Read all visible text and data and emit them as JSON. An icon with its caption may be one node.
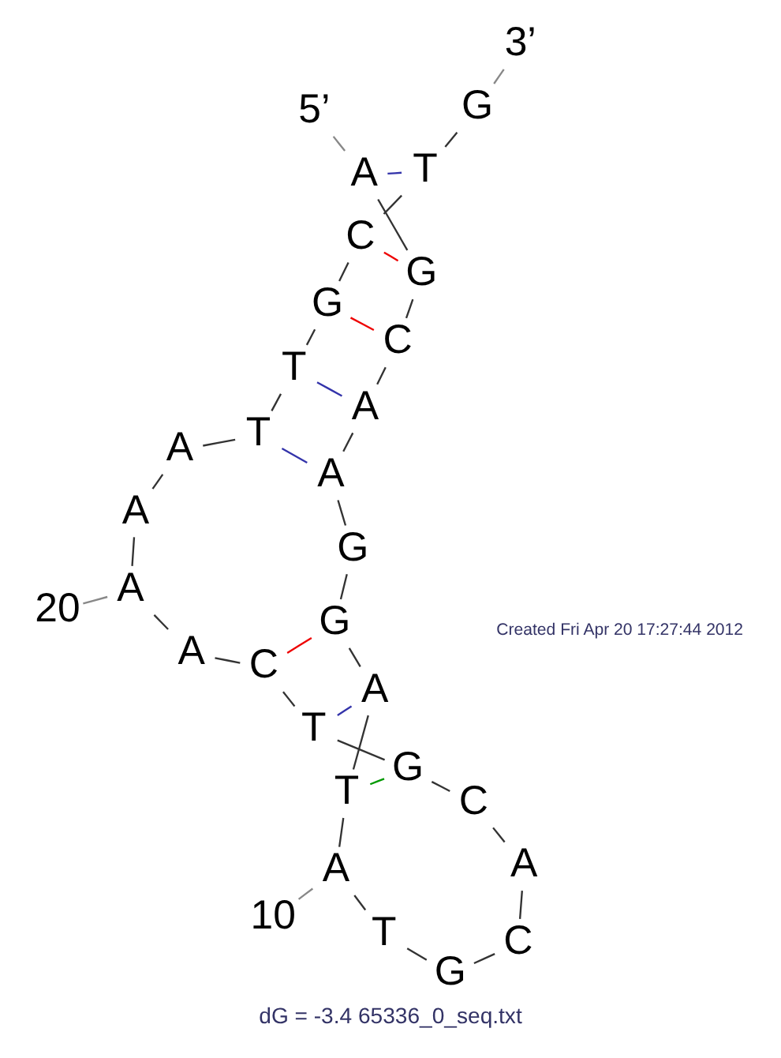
{
  "diagram": {
    "caption": "dG = -3.4 65336_0_seq.txt",
    "nodes": [
      {
        "text": [
          "A"
        ]
      },
      {
        "text": [
          "G"
        ]
      },
      {
        "text": [
          "C"
        ]
      },
      {
        "text": [
          "A"
        ]
      },
      {
        "text": [
          "A"
        ]
      },
      {
        "text": [
          "G"
        ]
      },
      {
        "text": [
          "G"
        ]
      },
      {
        "text": [
          "A"
        ]
      },
      {
        "text": [
          "T"
        ]
      },
      {
        "text": [
          "A"
        ]
      },
      {
        "text": [
          "T"
        ]
      },
      {
        "text": [
          "G"
        ]
      },
      {
        "text": [
          "C"
        ]
      },
      {
        "text": [
          "A"
        ]
      },
      {
        "text": [
          "C"
        ]
      },
      {
        "text": [
          "G"
        ]
      },
      {
        "text": [
          "T"
        ]
      },
      {
        "text": [
          "C"
        ]
      },
      {
        "text": [
          "A"
        ]
      },
      {
        "text": [
          "A"
        ]
      },
      {
        "text": [
          "A"
        ]
      },
      {
        "text": [
          "A"
        ]
      },
      {
        "text": [
          "T"
        ]
      },
      {
        "text": [
          "T"
        ]
      },
      {
        "text": [
          "G"
        ]
      },
      {
        "text": [
          "C"
        ]
      },
      {
        "text": [
          "T"
        ]
      },
      {
        "text": [
          "G"
        ]
      },
      {
        "text": [
          "10"
        ]
      },
      {
        "text": [
          "20"
        ]
      },
      {
        "text": [
          "5’"
        ]
      },
      {
        "text": [
          "3’"
        ]
      }
    ],
    "edges": [
      {
        "from": 0,
        "to": 1,
        "arrow": "none"
      },
      {
        "from": 1,
        "to": 2,
        "arrow": "none"
      },
      {
        "from": 2,
        "to": 3,
        "arrow": "none"
      },
      {
        "from": 3,
        "to": 4,
        "arrow": "none"
      },
      {
        "from": 4,
        "to": 5,
        "arrow": "none"
      },
      {
        "from": 5,
        "to": 6,
        "arrow": "none"
      },
      {
        "from": 6,
        "to": 7,
        "arrow": "none"
      },
      {
        "from": 7,
        "to": 8,
        "arrow": "none"
      },
      {
        "from": 8,
        "to": 9,
        "arrow": "none"
      },
      {
        "from": 9,
        "to": 10,
        "arrow": "none"
      },
      {
        "from": 10,
        "to": 11,
        "arrow": "none"
      },
      {
        "from": 11,
        "to": 12,
        "arrow": "none"
      },
      {
        "from": 12,
        "to": 13,
        "arrow": "none"
      },
      {
        "from": 13,
        "to": 14,
        "arrow": "none"
      },
      {
        "from": 14,
        "to": 15,
        "arrow": "none"
      },
      {
        "from": 15,
        "to": 16,
        "arrow": "none"
      },
      {
        "from": 16,
        "to": 17,
        "arrow": "none"
      },
      {
        "from": 17,
        "to": 18,
        "arrow": "none"
      },
      {
        "from": 18,
        "to": 19,
        "arrow": "none"
      },
      {
        "from": 19,
        "to": 20,
        "arrow": "none"
      },
      {
        "from": 20,
        "to": 21,
        "arrow": "none"
      },
      {
        "from": 21,
        "to": 22,
        "arrow": "none"
      },
      {
        "from": 22,
        "to": 23,
        "arrow": "none"
      },
      {
        "from": 23,
        "to": 24,
        "arrow": "none"
      },
      {
        "from": 24,
        "to": 25,
        "arrow": "none"
      },
      {
        "from": 25,
        "to": 26,
        "arrow": "none"
      },
      {
        "from": 26,
        "to": 27,
        "arrow": "none"
      },
      {
        "from": 0,
        "to": 26,
        "arrow": "none",
        "color": "#3333aa"
      },
      {
        "from": 1,
        "to": 25,
        "arrow": "none",
        "color": "#ee0000"
      },
      {
        "from": 2,
        "to": 24,
        "arrow": "none",
        "color": "#ee0000"
      },
      {
        "from": 3,
        "to": 23,
        "arrow": "none",
        "color": "#3333aa"
      },
      {
        "from": 4,
        "to": 22,
        "arrow": "none",
        "color": "#3333aa"
      },
      {
        "from": 6,
        "to": 17,
        "arrow": "none",
        "color": "#ee0000"
      },
      {
        "from": 7,
        "to": 16,
        "arrow": "none",
        "color": "#3333aa"
      },
      {
        "from": 8,
        "to": 15,
        "arrow": "none",
        "color": "#009900"
      },
      {
        "from": 28,
        "to": 9,
        "arrow": "none",
        "color": "#888888"
      },
      {
        "from": 29,
        "to": 19,
        "arrow": "none",
        "color": "#888888"
      },
      {
        "from": 30,
        "to": 0,
        "arrow": "none",
        "color": "#888888"
      },
      {
        "from": 31,
        "to": 27,
        "arrow": "none",
        "color": "#888888"
      }
    ],
    "labels": [
      "Created Fri Apr 20 17:27:44 2012"
    ]
  }
}
